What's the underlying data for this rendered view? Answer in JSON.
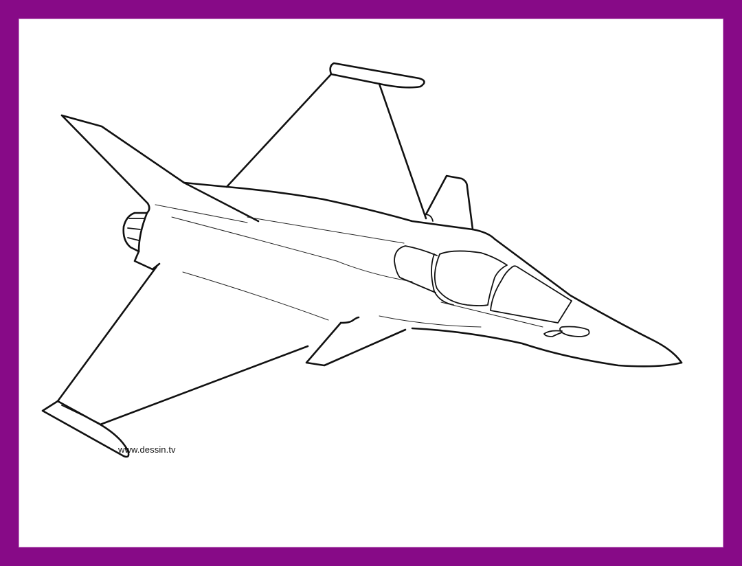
{
  "page": {
    "frame_color": "#870a87",
    "canvas_color": "#ffffff",
    "line_color": "#111111"
  },
  "drawing": {
    "subject": "fighter-jet-line-art",
    "parts": [
      "fuselage",
      "canopy",
      "left-wing",
      "right-wing",
      "left-canard",
      "right-canard",
      "vertical-tail",
      "tail-fin",
      "engine-nozzle",
      "nose-probe"
    ]
  },
  "watermark": {
    "text": "www.dessin.tv"
  }
}
